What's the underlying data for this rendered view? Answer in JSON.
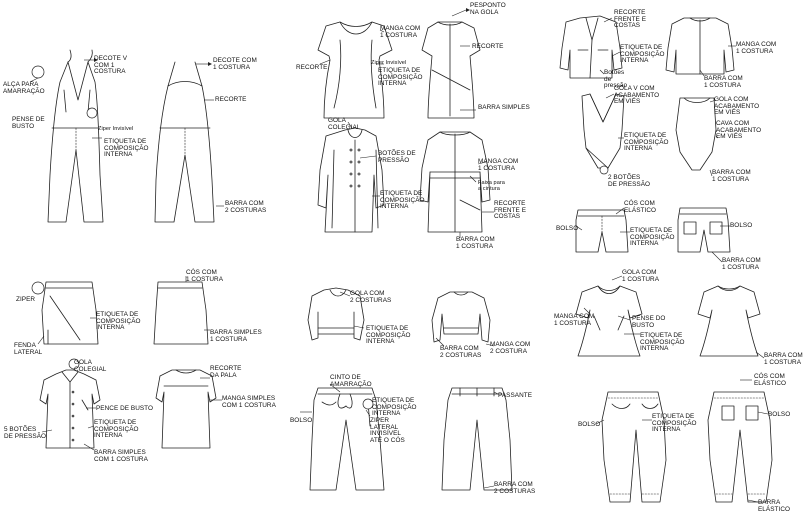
{
  "labels": {
    "jumpsuit": {
      "decote_v": "DECOTE V\nCOM 1\nCOSTURA",
      "alca": "ALÇA PARA\nAMARRAÇÃO",
      "pense_busto": "PENSE DE\nBUSTO",
      "ziper": "Ziper Invisível",
      "etiqueta": "ETIQUETA DE\nCOMPOSIÇÃO\nINTERNA",
      "decote_costas": "DECOTE COM\n1 COSTURA",
      "recorte": "RECORTE",
      "barra": "BARRA COM\n2 COSTURAS"
    },
    "dress1": {
      "manga": "MANGA COM\n1 COSTURA",
      "recorte_left": "RECORTE",
      "ziper": "Ziper Invisível",
      "etiqueta": "ETIQUETA DE\nCOMPOSIÇÃO\nINTERNA",
      "pesponto": "PESPONTO\nNA GOLA",
      "recorte_right": "RECORTE",
      "barra": "BARRA SIMPLES"
    },
    "coat": {
      "gola": "GOLA\nCOLEGIAL",
      "botoes": "BOTÕES DE\nPRESSÃO",
      "etiqueta": "ETIQUETA DE\nCOMPOSIÇÃO\nINTERNA",
      "manga": "MANGA COM\n1 COSTURA",
      "faixa": "Faixa para\na cintura",
      "recorte": "RECORTE\nFRENTE E\nCOSTAS",
      "barra": "BARRA COM\n1 COSTURA"
    },
    "blazer": {
      "recorte": "RECORTE\nFRENTE E\nCOSTAS",
      "etiqueta": "ETIQUETA DE\nCOMPOSIÇÃO\nINTERNA",
      "botoes": "Botões\nde\npressão",
      "manga": "MANGA COM\n1 COSTURA",
      "barra": "BARRA COM\n1 COSTURA"
    },
    "bodysuit": {
      "gola_v": "GOLA V COM\nACABAMENTO\nEM VIÉS",
      "etiqueta": "ETIQUETA DE\nCOMPOSIÇÃO\nINTERNA",
      "botoes": "2 BOTÕES\nDE PRESSÃO",
      "gola": "GOLA COM\nACABAMENTO\nEM VIÉS",
      "cava": "CAVA COM\nACABAMENTO\nEM VIÉS",
      "barra": "BARRA COM\n1 COSTURA"
    },
    "shorts": {
      "cos": "CÓS COM\nELÁSTICO",
      "bolso_left": "BOLSO",
      "etiqueta": "ETIQUETA DE\nCOMPOSIÇÃO\nINTERNA",
      "bolso_right": "BOLSO",
      "barra": "BARRA COM\n1 COSTURA"
    },
    "skirt": {
      "ziper": "ZIPER",
      "etiqueta": "ETIQUETA DE\nCOMPOSIÇÃO\nINTERNA",
      "fenda": "FENDA\nLATERAL",
      "cos": "CÓS COM\n1 COSTURA",
      "barra": "BARRA SIMPLES\n1 COSTURA"
    },
    "crop_top": {
      "gola": "GOLA COM\n2 COSTURAS",
      "etiqueta": "ETIQUETA DE\nCOMPOSIÇÃO\nINTERNA",
      "barra": "BARRA COM\n2 COSTURAS",
      "manga": "MANGA COM\n2 COSTURA"
    },
    "tunic": {
      "gola": "GOLA COM\n1 COSTURA",
      "manga": "MANGA COM\n1 COSTURA",
      "pense": "PENSE DO\nBUSTO",
      "etiqueta": "ETIQUETA DE\nCOMPOSIÇÃO\nINTERNA",
      "barra": "BARRA COM\n1 COSTURA"
    },
    "shirt": {
      "gola": "GOLA\nCOLEGIAL",
      "pence": "PENCE DE BUSTO",
      "botoes": "5 BOTÕES\nDE PRESSÃO",
      "etiqueta": "ETIQUETA DE\nCOMPOSIÇÃO\nINTERNA",
      "barra": "BARRA SIMPLES\nCOM 1 COSTURA",
      "recorte": "RECORTE\nDA PALA",
      "manga": "MANGA SIMPLES\nCOM 1 COSTURA"
    },
    "trousers": {
      "cinto": "CINTO DE\nAMARRAÇÃO",
      "etiqueta": "ETIQUETA DE\nCOMPOSIÇÃO\nINTERNA",
      "bolso": "BOLSO",
      "ziper": "ZIPER\nLATERAL\nINVISÍVEL\nATÉ O CÓS",
      "passante": "PASSANTE",
      "barra": "BARRA COM\n2 COSTURAS"
    },
    "joggers": {
      "etiqueta": "ETIQUETA DE\nCOMPOSIÇÃO\nINTERNA",
      "bolso_left": "BOLSO",
      "cos": "CÓS COM\nELÁSTICO",
      "bolso_right": "BOLSO",
      "barra": "BARRA\nELÁSTICO"
    }
  }
}
